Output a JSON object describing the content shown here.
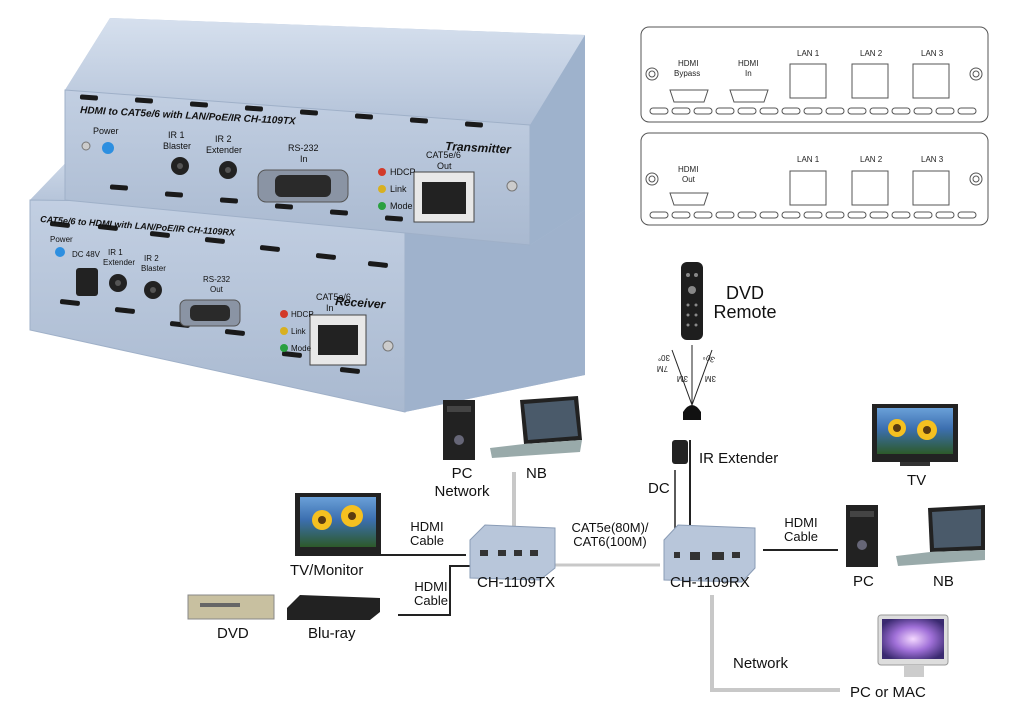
{
  "devices": {
    "tx": {
      "title": "HDMI to CAT5e/6 with LAN/PoE/IR CH-1109TX",
      "role": "Transmitter",
      "power": "Power",
      "ir1": [
        "IR 1",
        "Blaster"
      ],
      "ir2": [
        "IR 2",
        "Extender"
      ],
      "rs232": [
        "RS-232",
        "In"
      ],
      "leds": [
        "HDCP",
        "Link",
        "Mode"
      ],
      "cat": [
        "CAT5e/6",
        "Out"
      ]
    },
    "rx": {
      "title": "CAT5e/6 to HDMI with LAN/PoE/IR CH-1109RX",
      "role": "Receiver",
      "power": "Power",
      "dc": "DC 48V",
      "ir1": [
        "IR 1",
        "Extender"
      ],
      "ir2": [
        "IR 2",
        "Blaster"
      ],
      "rs232": [
        "RS-232",
        "Out"
      ],
      "leds": [
        "HDCP",
        "Link",
        "Mode"
      ],
      "cat": [
        "CAT5e/6",
        "In"
      ]
    }
  },
  "panels": {
    "top": {
      "hdmi_bypass": [
        "HDMI",
        "Bypass"
      ],
      "hdmi_in": [
        "HDMI",
        "In"
      ],
      "lans": [
        "LAN 1",
        "LAN 2",
        "LAN 3"
      ]
    },
    "bottom": {
      "hdmi_out": [
        "HDMI",
        "Out"
      ],
      "lans": [
        "LAN 1",
        "LAN 2",
        "LAN 3"
      ]
    }
  },
  "diagram": {
    "dvd_remote": [
      "DVD",
      "Remote"
    ],
    "ir_angles": [
      "30°",
      "30°",
      "7M",
      "3M",
      "3M"
    ],
    "ir_extender": "IR Extender",
    "dc": "DC",
    "tv": "TV",
    "pc_network": [
      "PC",
      "Network"
    ],
    "nb_top": "NB",
    "tv_monitor": "TV/Monitor",
    "hdmi_cable_1": [
      "HDMI",
      "Cable"
    ],
    "hdmi_cable_2": [
      "HDMI",
      "Cable"
    ],
    "hdmi_cable_3": [
      "HDMI",
      "Cable"
    ],
    "cat_label": [
      "CAT5e(80M)/",
      "CAT6(100M)"
    ],
    "tx_name": "CH-1109TX",
    "rx_name": "CH-1109RX",
    "pc_right": "PC",
    "nb_right": "NB",
    "dvd": "DVD",
    "bluray": "Blu-ray",
    "network": "Network",
    "pc_or_mac": "PC or MAC"
  }
}
